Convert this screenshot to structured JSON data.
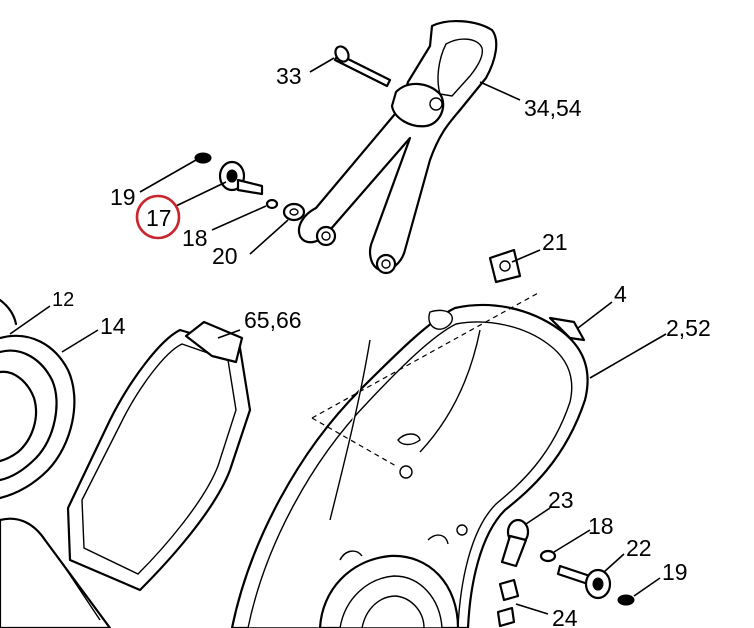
{
  "diagram": {
    "callouts": [
      {
        "id": "33",
        "label": "33"
      },
      {
        "id": "34_54",
        "label": "34,54"
      },
      {
        "id": "19_top",
        "label": "19"
      },
      {
        "id": "17",
        "label": "17"
      },
      {
        "id": "18_top",
        "label": "18"
      },
      {
        "id": "20",
        "label": "20"
      },
      {
        "id": "21",
        "label": "21"
      },
      {
        "id": "12",
        "label": "12"
      },
      {
        "id": "14",
        "label": "14"
      },
      {
        "id": "65_66",
        "label": "65,66"
      },
      {
        "id": "4",
        "label": "4"
      },
      {
        "id": "2_52",
        "label": "2,52"
      },
      {
        "id": "23",
        "label": "23"
      },
      {
        "id": "18_bottom",
        "label": "18"
      },
      {
        "id": "22",
        "label": "22"
      },
      {
        "id": "19_bottom",
        "label": "19"
      },
      {
        "id": "24",
        "label": "24"
      }
    ],
    "highlighted_part": "17",
    "highlight_color": "#c8262e"
  }
}
